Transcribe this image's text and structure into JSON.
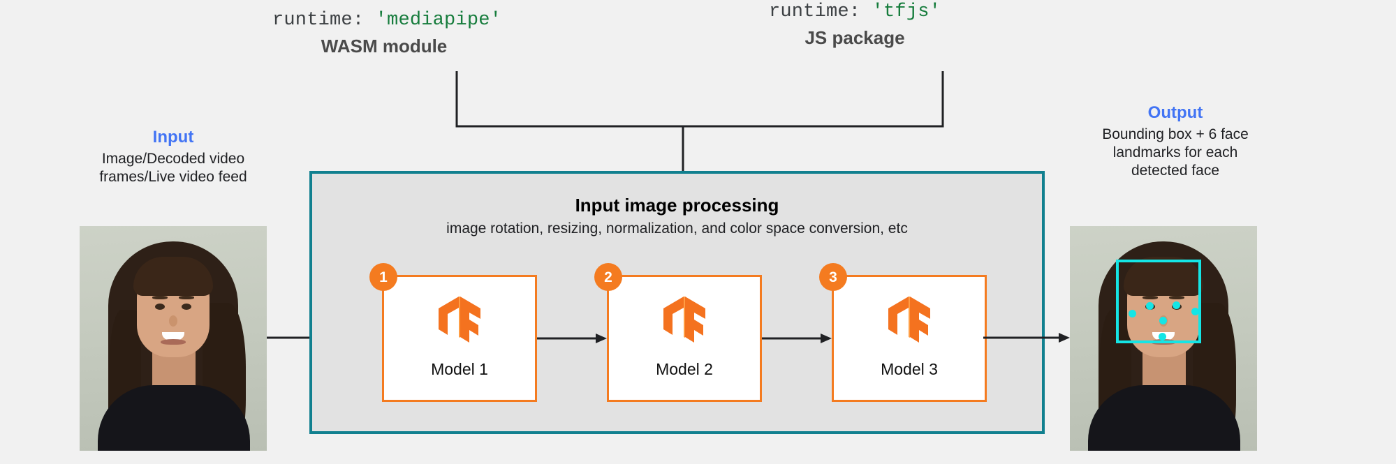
{
  "diagram": {
    "background_color": "#f1f1f1",
    "accent_colors": {
      "blue": "#4274f4",
      "orange": "#f47b20",
      "teal": "#11808f",
      "green_string": "#167c3c",
      "cyan_detection": "#15e5e5",
      "panel_gray": "#e2e2e2"
    }
  },
  "runtime_options": [
    {
      "key_text": "runtime:",
      "value_text": "'mediapipe'",
      "subtitle": "WASM module"
    },
    {
      "key_text": "runtime:",
      "value_text": "'tfjs'",
      "subtitle": "JS package"
    }
  ],
  "input": {
    "title": "Input",
    "description_lines": [
      "Image/Decoded video",
      "frames/Live video feed"
    ],
    "image_alt": "photo-of-smiling-woman"
  },
  "output": {
    "title": "Output",
    "description_lines": [
      "Bounding box + 6 face",
      "landmarks for each",
      "detected face"
    ],
    "image_alt": "photo-of-smiling-woman-with-face-detection",
    "landmark_count": 6
  },
  "processing": {
    "title": "Input image processing",
    "subtitle": "image rotation, resizing, normalization, and color space conversion, etc"
  },
  "models": [
    {
      "badge": "1",
      "label": "Model 1",
      "logo": "tensorflow-logo"
    },
    {
      "badge": "2",
      "label": "Model 2",
      "logo": "tensorflow-logo"
    },
    {
      "badge": "3",
      "label": "Model 3",
      "logo": "tensorflow-logo"
    }
  ]
}
